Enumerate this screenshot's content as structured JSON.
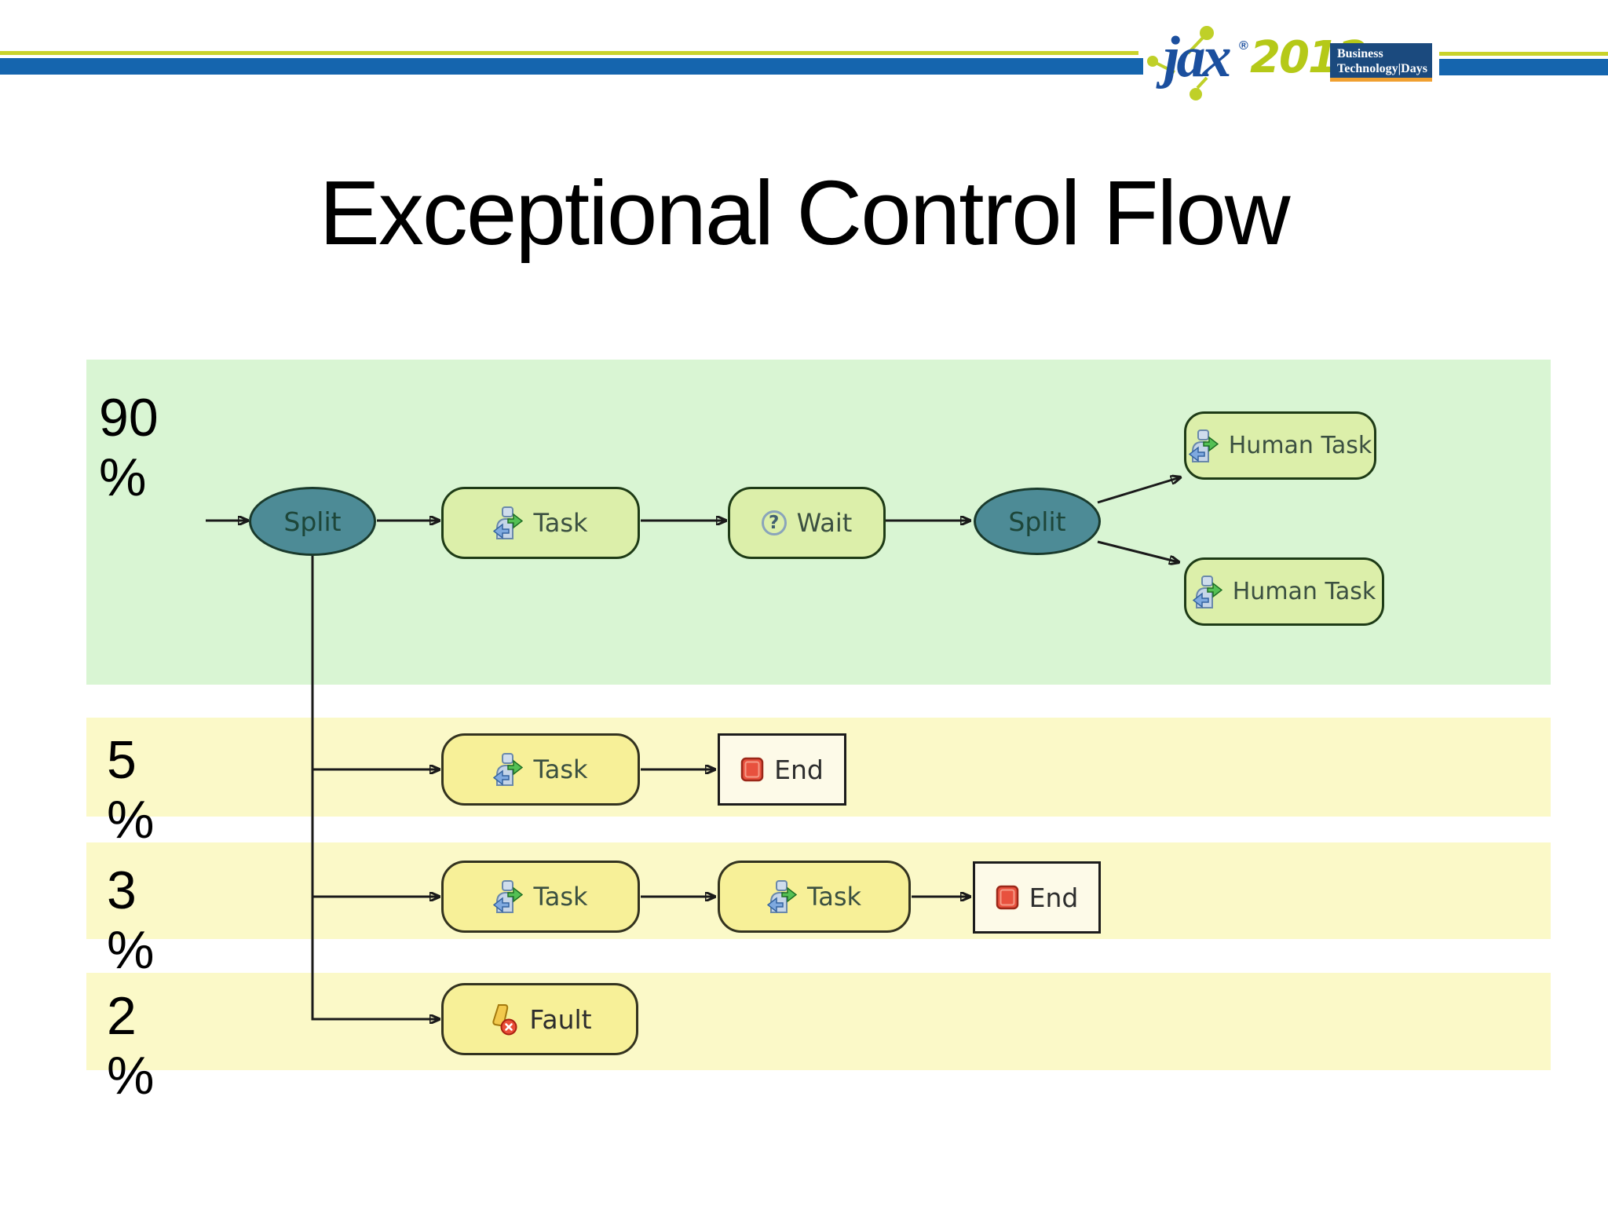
{
  "header": {
    "logo": {
      "name": "jax",
      "registered": "®",
      "year": "2012"
    },
    "badge": {
      "line1": "Business",
      "line2": "Technology|Days"
    }
  },
  "title": "Exceptional Control Flow",
  "rows": {
    "r90": {
      "percent": "90",
      "suffix": "%"
    },
    "r5": {
      "percent": "5",
      "suffix": "%"
    },
    "r3": {
      "percent": "3",
      "suffix": "%"
    },
    "r2": {
      "percent": "2",
      "suffix": "%"
    }
  },
  "nodes": {
    "split1": {
      "label": "Split"
    },
    "task1": {
      "label": "Task"
    },
    "wait1": {
      "label": "Wait"
    },
    "split2": {
      "label": "Split"
    },
    "human_task_top": {
      "label": "Human Task"
    },
    "human_task_bottom": {
      "label": "Human Task"
    },
    "task_5": {
      "label": "Task"
    },
    "end_5": {
      "label": "End"
    },
    "task_3a": {
      "label": "Task"
    },
    "task_3b": {
      "label": "Task"
    },
    "end_3": {
      "label": "End"
    },
    "fault_2": {
      "label": "Fault"
    }
  },
  "icons": {
    "wait_glyph": "?"
  },
  "colors": {
    "bar-yellow": "#c9d32b",
    "bar-blue": "#1565ae",
    "logo-blue": "#1b4f9e",
    "logo-green": "#b5c918",
    "badge-bg": "#1b4a7e",
    "badge-orange": "#f0a030",
    "band-green": "#d9f5d3",
    "band-yellow": "#fbf9c8",
    "node-green": "#dcefaa",
    "node-yellow": "#f7f098",
    "node-border-green": "#1e3b16",
    "node-border-dark": "#33331f",
    "ellipse-fill": "#4d8b96",
    "end-fill": "#fdfae8",
    "end-red": "#e8513e",
    "line-color": "#1a1a1a"
  }
}
